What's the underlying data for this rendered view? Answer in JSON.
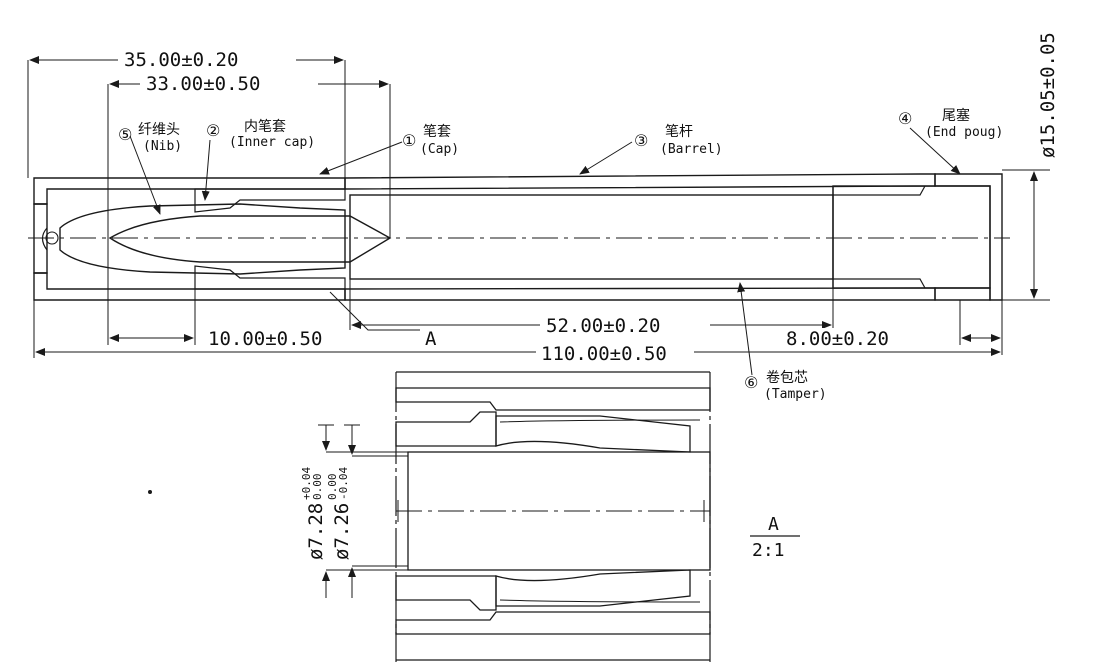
{
  "dimensions": {
    "cap_length": "35.00±0.20",
    "inner_cap_length": "33.00±0.50",
    "nib_exposed": "10.00±0.50",
    "tamper_length": "52.00±0.20",
    "end_plug_length": "8.00±0.20",
    "overall_length": "110.00±0.50",
    "outer_diameter": "ø15.05±0.05",
    "detail_dia_1": "ø7.28",
    "detail_dia_1_tol_upper": "+0.04",
    "detail_dia_1_tol_lower": "0.00",
    "detail_dia_2": "ø7.26",
    "detail_dia_2_tol_upper": "0.00",
    "detail_dia_2_tol_lower": "-0.04"
  },
  "parts": [
    {
      "num": "⑤",
      "cn": "纤维头",
      "en": "(Nib)"
    },
    {
      "num": "②",
      "cn": "内笔套",
      "en": "(Inner cap)"
    },
    {
      "num": "①",
      "cn": "笔套",
      "en": "(Cap)"
    },
    {
      "num": "③",
      "cn": "笔杆",
      "en": "(Barrel)"
    },
    {
      "num": "④",
      "cn": "尾塞",
      "en": "(End poug)"
    },
    {
      "num": "⑥",
      "cn": "卷包芯",
      "en": "(Tamper)"
    }
  ],
  "detail": {
    "section_ref": "A",
    "label": "A",
    "scale": "2:1"
  },
  "colors": {
    "line": "#1a1a1a",
    "background": "#ffffff"
  }
}
